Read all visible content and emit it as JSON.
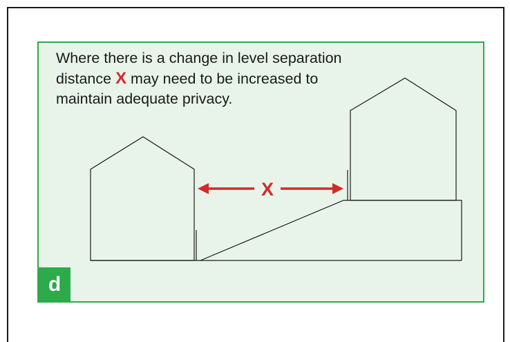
{
  "caption": {
    "before": "Where there is a change in level separation distance ",
    "marker": "X",
    "after": " may need to be increased to maintain adequate privacy."
  },
  "diagram": {
    "distance_label": "X",
    "panel_label": "d"
  },
  "colors": {
    "panel_background": "#e8f4e9",
    "panel_border": "#2daa4a",
    "accent_red": "#d42a2a",
    "line": "#1a1a1a"
  }
}
